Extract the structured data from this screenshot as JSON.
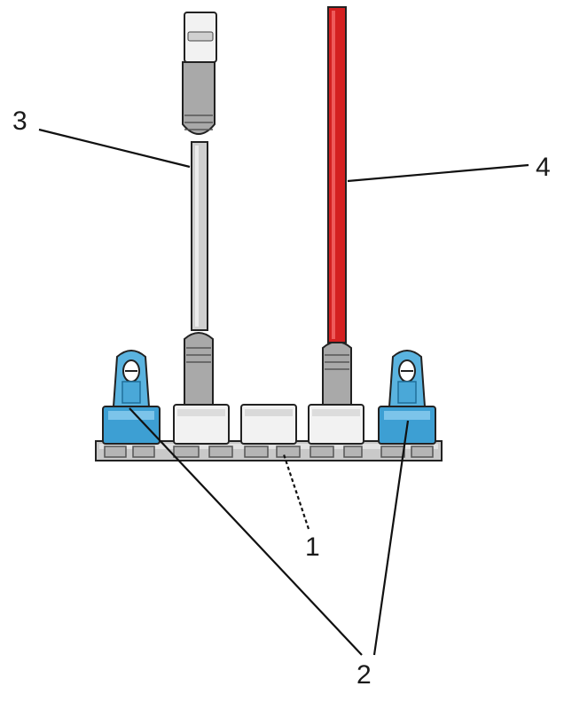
{
  "callouts": {
    "c1": "1",
    "c2": "2",
    "c3": "3",
    "c4": "4"
  },
  "colors": {
    "terminator_blue": "#4aa8d8",
    "terminator_blue_dark": "#1f6f9a",
    "power_cable_red": "#d42020",
    "backbone_gray": "#bdbdbd",
    "outline": "#222222"
  },
  "parts": [
    {
      "id": "1",
      "name": "backbone-block"
    },
    {
      "id": "2",
      "name": "terminator"
    },
    {
      "id": "3",
      "name": "drop-cable"
    },
    {
      "id": "4",
      "name": "power-cable"
    }
  ]
}
